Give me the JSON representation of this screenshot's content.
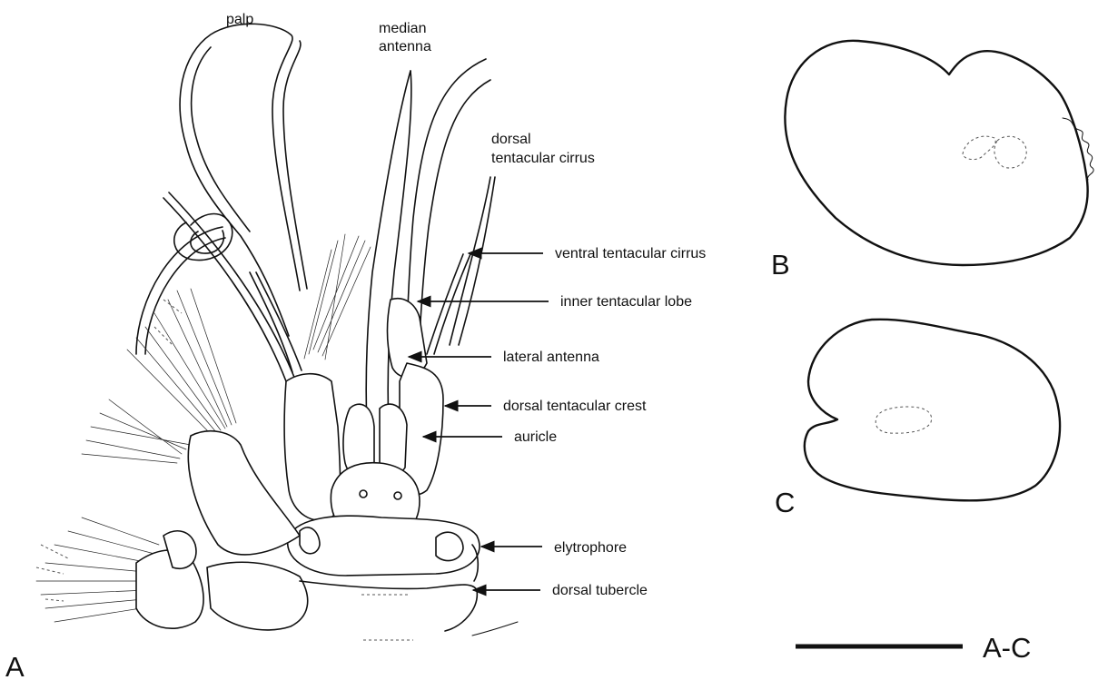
{
  "panels": {
    "a": "A",
    "b": "B",
    "c": "C"
  },
  "labels": {
    "palp": "palp",
    "median_antenna_1": "median",
    "median_antenna_2": "antenna",
    "dorsal_tentacular_cirrus_1": "dorsal",
    "dorsal_tentacular_cirrus_2": "tentacular cirrus",
    "ventral_tentacular_cirrus": "ventral tentacular cirrus",
    "inner_tentacular_lobe": "inner tentacular lobe",
    "lateral_antenna": "lateral antenna",
    "dorsal_tentacular_crest": "dorsal tentacular crest",
    "auricle": "auricle",
    "elytrophore": "elytrophore",
    "dorsal_tubercle": "dorsal tubercle"
  },
  "scale_bar": {
    "label": "A-C"
  }
}
